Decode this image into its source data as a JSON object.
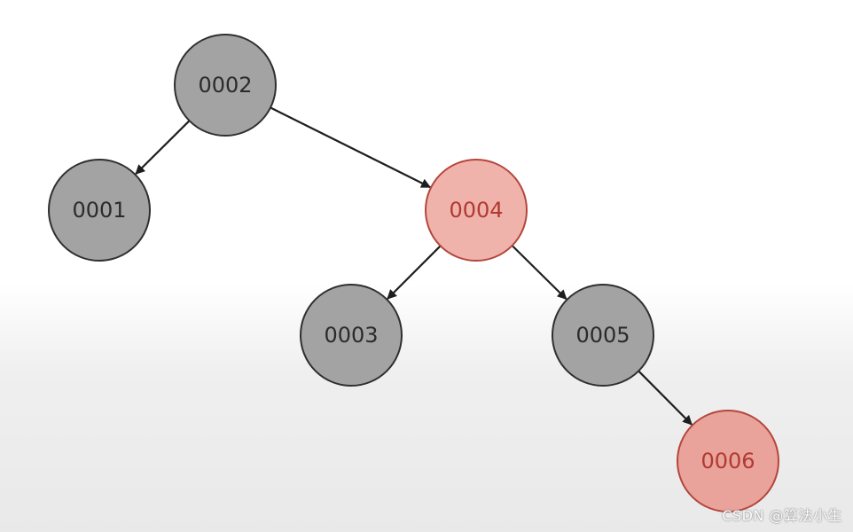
{
  "tree": {
    "nodes": [
      {
        "id": "n2",
        "label": "0002",
        "color": "black"
      },
      {
        "id": "n1",
        "label": "0001",
        "color": "black"
      },
      {
        "id": "n4",
        "label": "0004",
        "color": "red"
      },
      {
        "id": "n3",
        "label": "0003",
        "color": "black"
      },
      {
        "id": "n5",
        "label": "0005",
        "color": "black"
      },
      {
        "id": "n6",
        "label": "0006",
        "color": "red"
      }
    ],
    "edges": [
      {
        "from": "n2",
        "to": "n1"
      },
      {
        "from": "n2",
        "to": "n4"
      },
      {
        "from": "n4",
        "to": "n3"
      },
      {
        "from": "n4",
        "to": "n5"
      },
      {
        "from": "n5",
        "to": "n6"
      }
    ]
  },
  "colors": {
    "black_fill": "#a3a3a3",
    "black_stroke": "#2f2f2f",
    "black_text": "#2b2b2b",
    "red_fill": "#f0b3ab",
    "red_fill_alt": "#e9a39a",
    "red_stroke": "#b4463c",
    "red_text": "#b03a32",
    "edge": "#1e1e1e"
  },
  "watermark": "CSDN @算法小生"
}
